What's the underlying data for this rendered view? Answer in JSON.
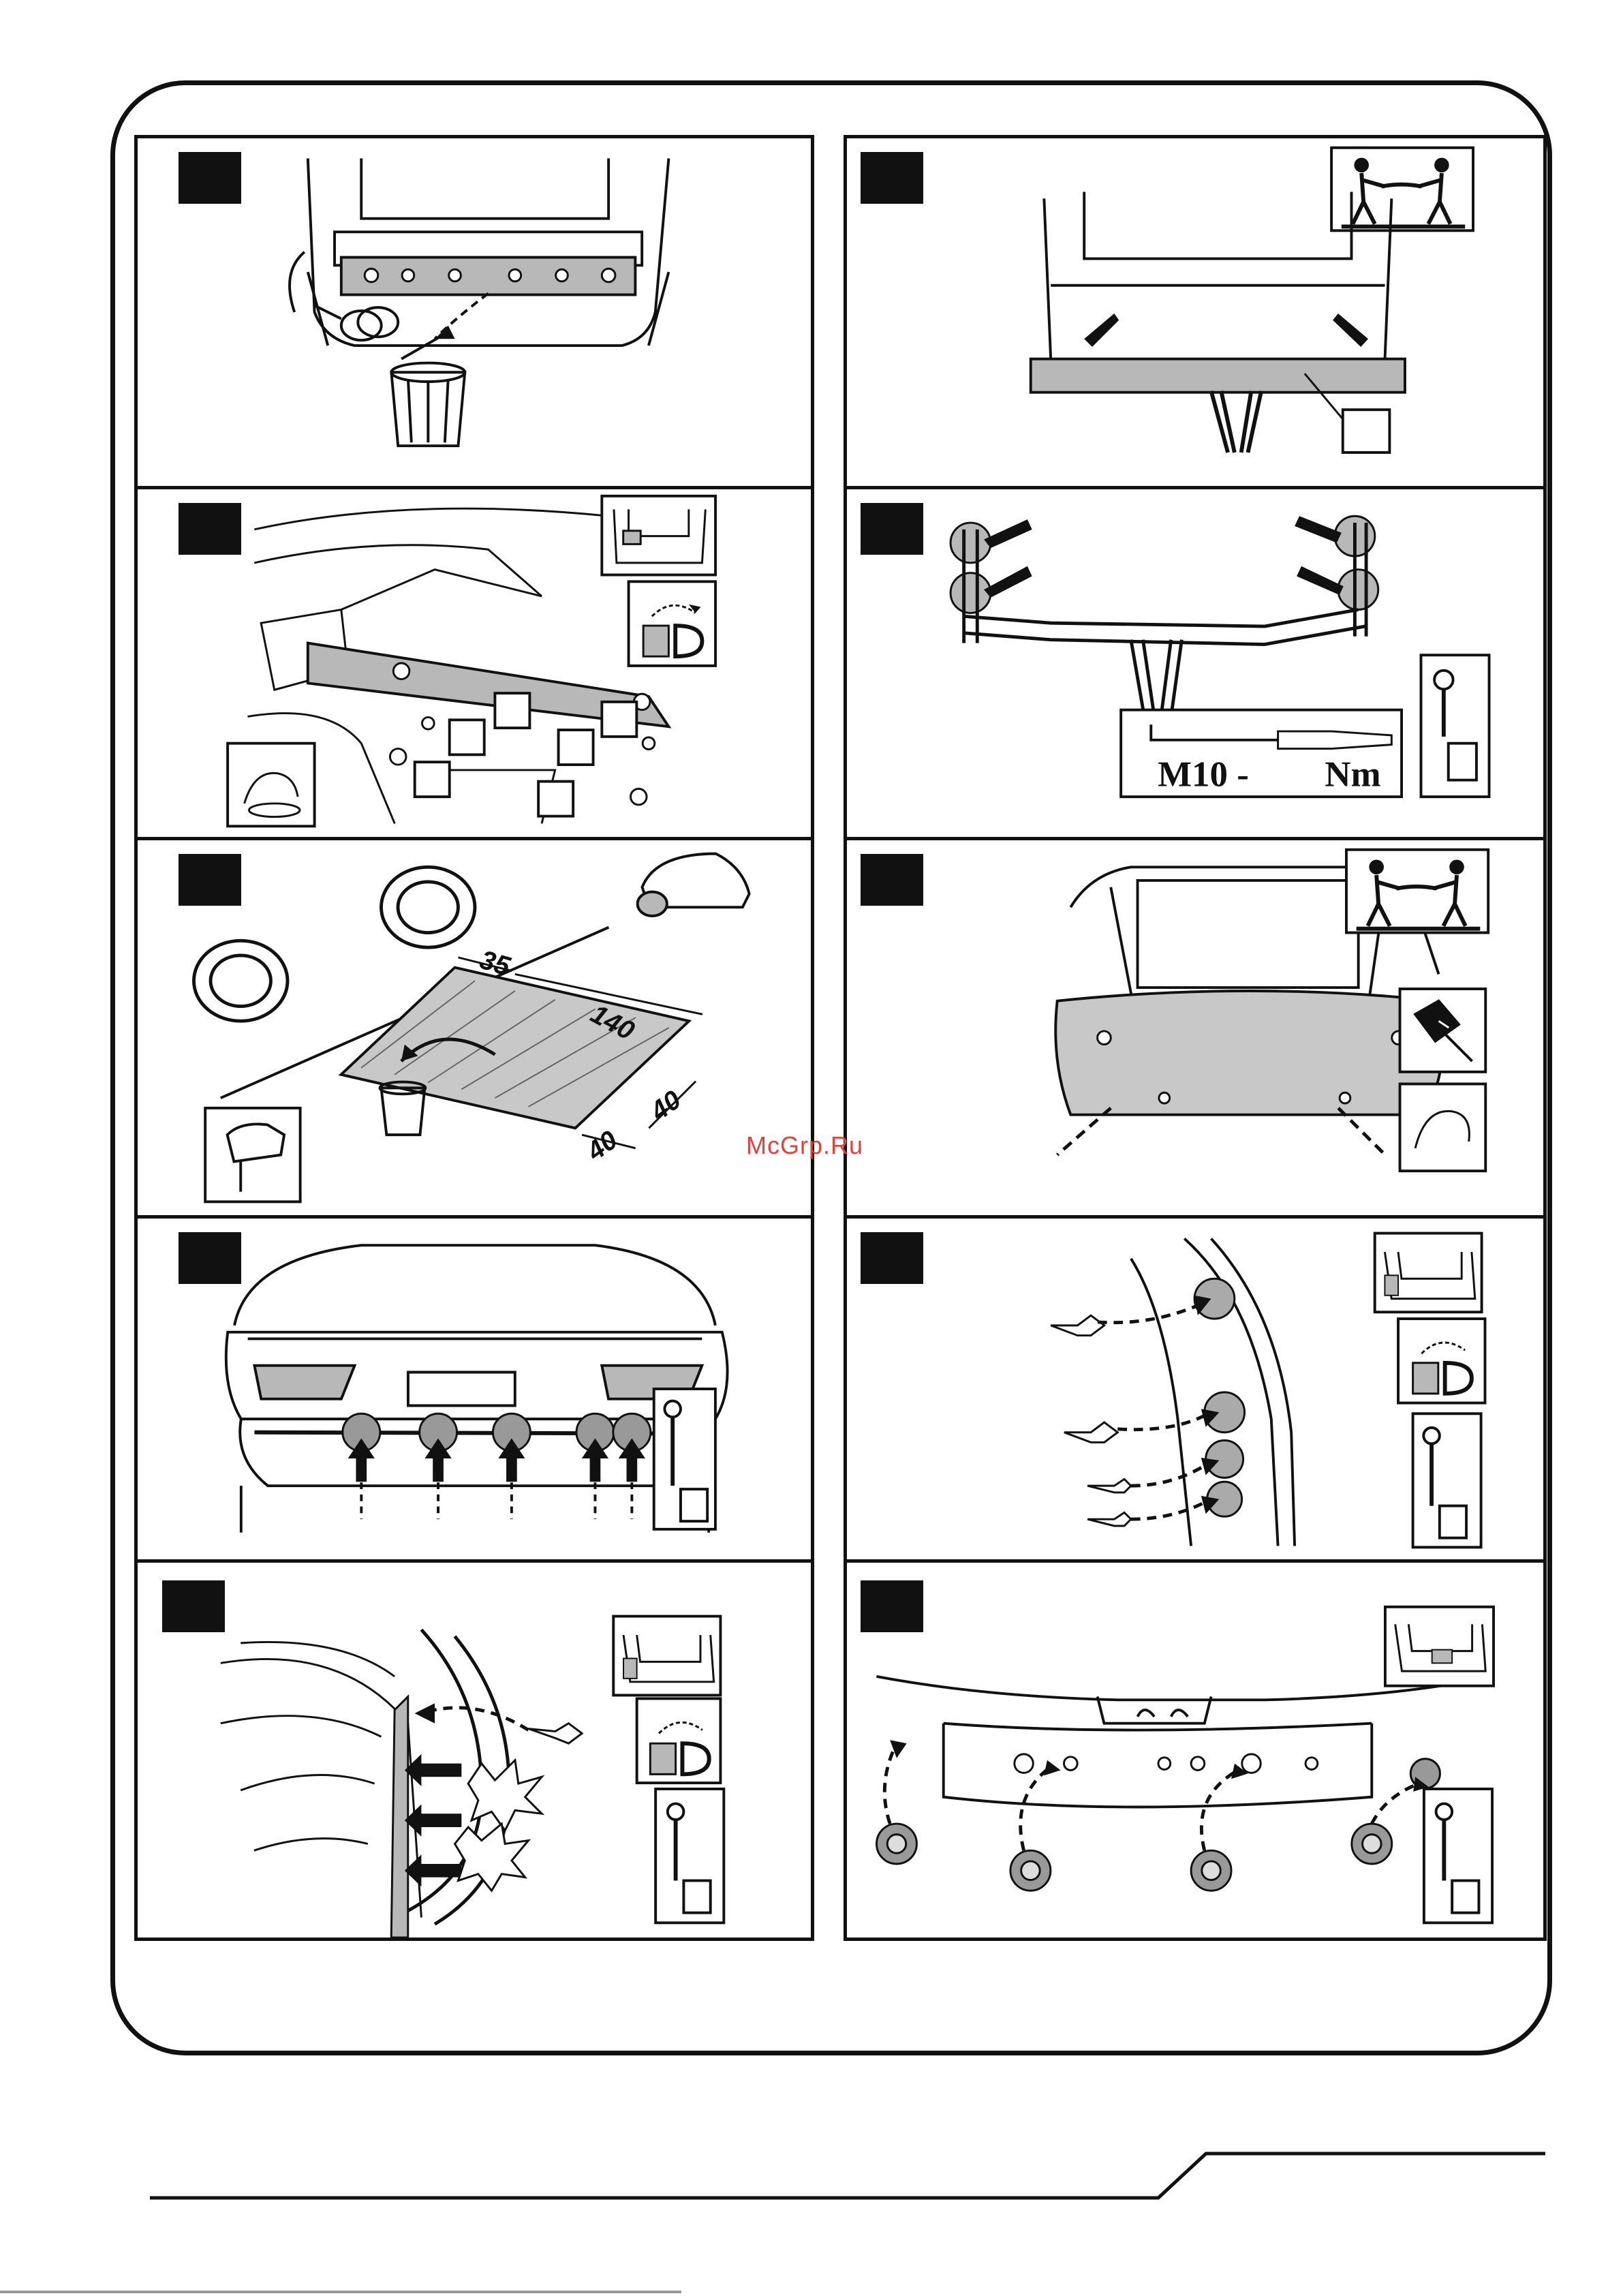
{
  "watermark": "McGrp.Ru",
  "panels": {
    "p3": {
      "dims": {
        "d35": "35",
        "d140": "140",
        "d40a": "40",
        "d40b": "40"
      }
    },
    "p4": {
      "torque_bolt": "M10 -",
      "torque_unit": "Nm"
    }
  },
  "colors": {
    "ink": "#111111",
    "part_gray": "#b8b8b8",
    "watermark": "#e0433c"
  },
  "icons": [
    "trash-can-icon",
    "two-person-lift-icon",
    "unscrew-counterclockwise-icon",
    "torque-wrench-icon",
    "socket-wrench-icon",
    "jigsaw-icon",
    "disconnect-plug-icon",
    "unclip-hand-icon",
    "locator-thumbnail-icon"
  ]
}
